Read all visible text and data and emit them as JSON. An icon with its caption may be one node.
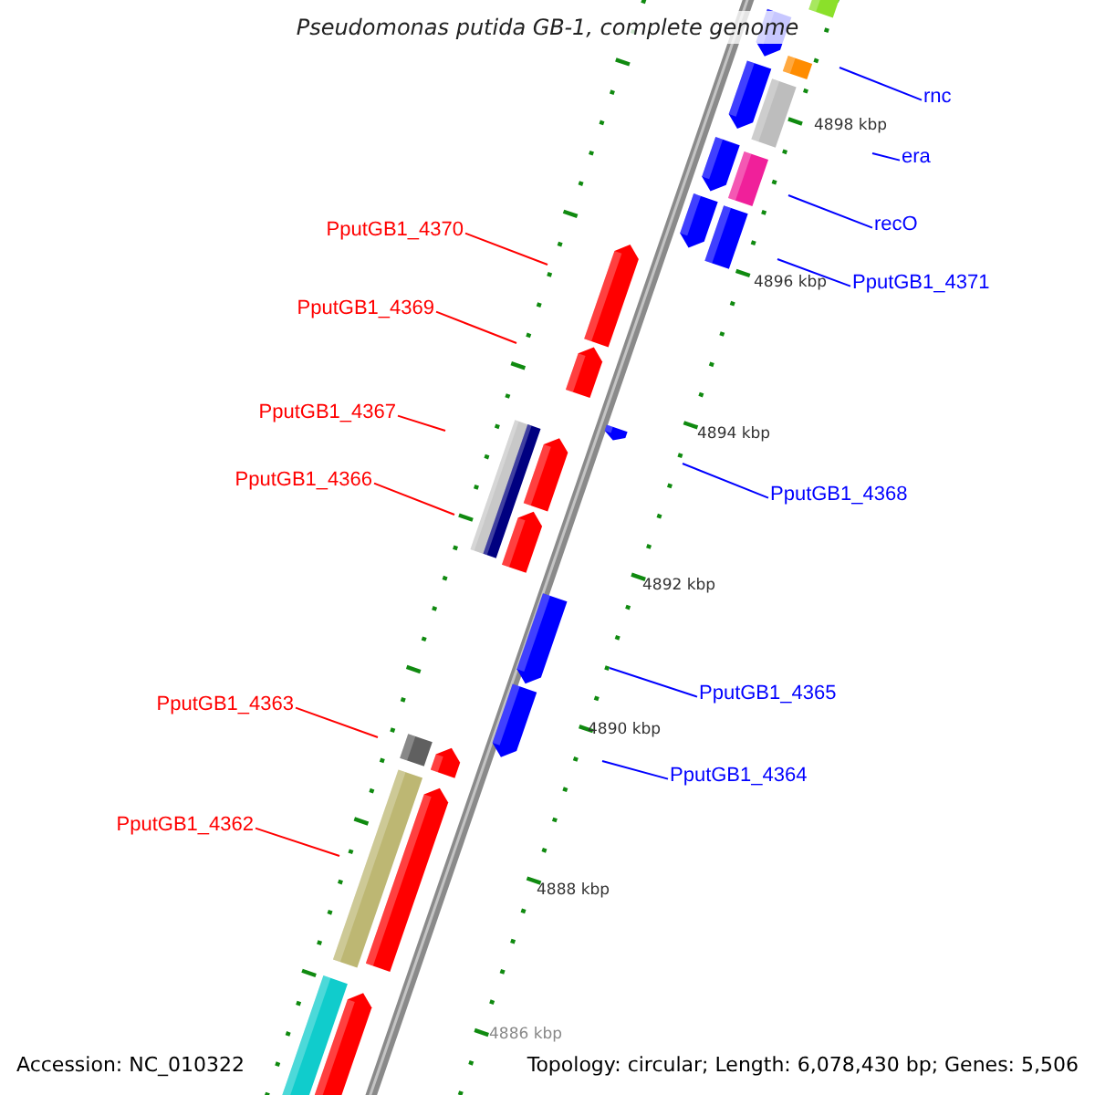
{
  "diagram": {
    "title": "Pseudomonas putida GB-1, complete genome",
    "nodes": [
      {
        "text": [
          "rnc"
        ]
      },
      {
        "text": [
          "era"
        ]
      },
      {
        "text": [
          "PputGB1_4370"
        ]
      },
      {
        "text": [
          "recO"
        ]
      },
      {
        "text": [
          "PputGB1_4371"
        ]
      },
      {
        "text": [
          "PputGB1_4369"
        ]
      },
      {
        "text": [
          "PputGB1_4367"
        ]
      },
      {
        "text": [
          "PputGB1_4366"
        ]
      },
      {
        "text": [
          "PputGB1_4368"
        ]
      },
      {
        "text": [
          "PputGB1_4365"
        ]
      },
      {
        "text": [
          "PputGB1_4363"
        ]
      },
      {
        "text": [
          "PputGB1_4364"
        ]
      },
      {
        "text": [
          "PputGB1_4362"
        ]
      }
    ],
    "edges": [
      {
        "from": 0,
        "to": null,
        "arrow": "none"
      },
      {
        "from": 1,
        "to": null,
        "arrow": "none"
      },
      {
        "from": 2,
        "to": null,
        "arrow": "none",
        "color": "#ff0000"
      },
      {
        "from": 3,
        "to": null,
        "arrow": "none"
      },
      {
        "from": 4,
        "to": null,
        "arrow": "none"
      },
      {
        "from": 5,
        "to": null,
        "arrow": "none",
        "color": "#ff0000"
      },
      {
        "from": 6,
        "to": null,
        "arrow": "none",
        "color": "#ff0000"
      },
      {
        "from": 7,
        "to": null,
        "arrow": "none",
        "color": "#ff0000"
      },
      {
        "from": 8,
        "to": null,
        "arrow": "none"
      },
      {
        "from": 9,
        "to": null,
        "arrow": "none"
      },
      {
        "from": 10,
        "to": null,
        "arrow": "none",
        "color": "#ff0000"
      },
      {
        "from": 11,
        "to": null,
        "arrow": "none"
      },
      {
        "from": 12,
        "to": null,
        "arrow": "none",
        "color": "#ff0000"
      }
    ],
    "labels": [
      "4898 kbp",
      "4896 kbp",
      "4894 kbp",
      "4892 kbp",
      "4890 kbp",
      "4888 kbp",
      "4886 kbp",
      "Accession: NC_010322",
      "Topology: circular; Length: 6,078,430 bp; Genes: 5,506"
    ]
  }
}
